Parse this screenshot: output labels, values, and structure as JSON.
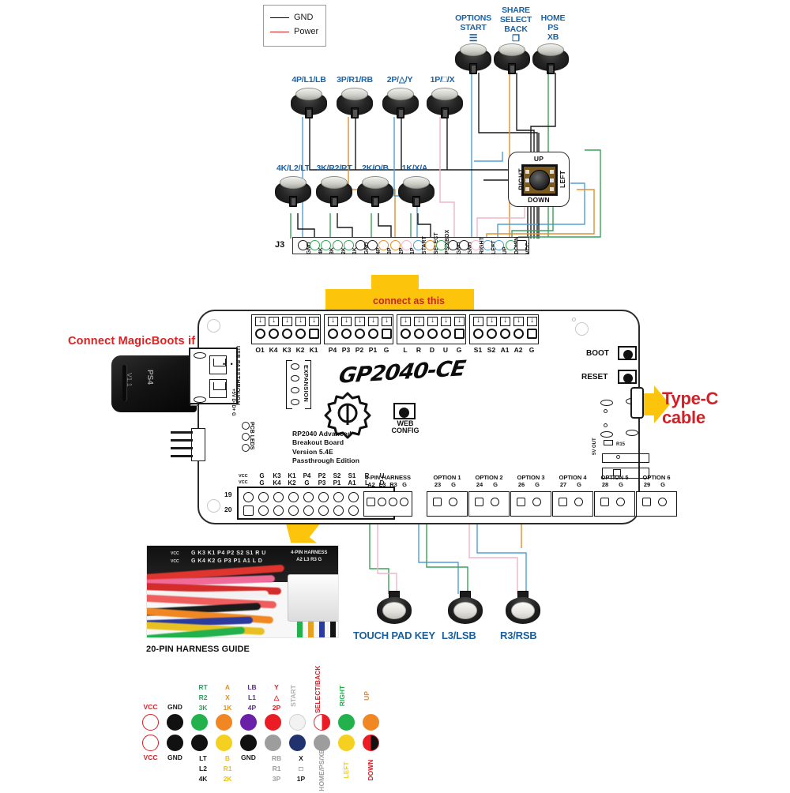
{
  "legend": {
    "items": [
      {
        "label": "GND",
        "color": "#000000"
      },
      {
        "label": "Power",
        "color": "#d32020"
      }
    ]
  },
  "top_buttons": {
    "punch_row": [
      {
        "label": "4P/L1/LB"
      },
      {
        "label": "3P/R1/RB"
      },
      {
        "label": "2P/△/Y"
      },
      {
        "label": "1P/□/X"
      }
    ],
    "kick_row": [
      {
        "label": "4K/L2/LT"
      },
      {
        "label": "3K/R2/RT"
      },
      {
        "label": "2K/O/B"
      },
      {
        "label": "1K/X/A"
      }
    ],
    "system_row": [
      {
        "line1": "OPTIONS",
        "line2": "START",
        "line3": "",
        "glyph": "☰"
      },
      {
        "line1": "SHARE",
        "line2": "SELECT",
        "line3": "BACK",
        "glyph": "❐"
      },
      {
        "line1": "HOME",
        "line2": "PS",
        "line3": "XB",
        "glyph": ""
      }
    ]
  },
  "joystick": {
    "up": "UP",
    "down": "DOWN",
    "left": "LEFT",
    "right": "RIGHT"
  },
  "j3": {
    "name": "J3",
    "pins": [
      {
        "label": "GND",
        "wire": "#1a1a1a"
      },
      {
        "label": "4K",
        "wire": "#3aa35a"
      },
      {
        "label": "3K",
        "wire": "#3aa35a"
      },
      {
        "label": "2K",
        "wire": "#3aa35a"
      },
      {
        "label": "1K",
        "wire": "#3aa35a"
      },
      {
        "label": "GND",
        "wire": "#1a1a1a"
      },
      {
        "label": "4P",
        "wire": "#1a1a1a"
      },
      {
        "label": "3P",
        "wire": "#e09030"
      },
      {
        "label": "2P",
        "wire": "#e09030"
      },
      {
        "label": "1P",
        "wire": "#efb6c8"
      },
      {
        "label": "START",
        "wire": "#4f9fd8"
      },
      {
        "label": "SELECT",
        "wire": "#e09030"
      },
      {
        "label": "PS/XBOX",
        "wire": "#3aa35a"
      },
      {
        "label": "GND",
        "wire": "#1a1a1a"
      },
      {
        "label": "GND",
        "wire": "#1a1a1a"
      },
      {
        "label": "RIGHT",
        "wire": "#efb6c8"
      },
      {
        "label": "LEFT",
        "wire": "#4f9fd8"
      },
      {
        "label": "UP",
        "wire": "#4f9fd8"
      },
      {
        "label": "DOWN",
        "wire": "#3aa35a"
      },
      {
        "label": "VCC",
        "wire": "#1a1a1a"
      }
    ]
  },
  "connect_note": "connect as this",
  "magicboots_note": "Connect MagicBoots if have",
  "typec_note_line1": "Type-C",
  "typec_note_line2": "cable",
  "dongle": {
    "brand": "PS4",
    "version": "V1.1"
  },
  "board": {
    "brand": "GP2040-CE",
    "info_lines": [
      "RP2040 Advanced",
      "Breakout Board",
      "Version 5.4E",
      "Passthrough Edition"
    ],
    "expansion_label": "EXPANSION",
    "usb_label": "USB PASSTHROUGH",
    "usb_pins": "+5V  D-  D+  G",
    "pcb_leds_label": "PCB LEDS",
    "web_config_line1": "WEB",
    "web_config_line2": "CONFIG",
    "boot_label": "BOOT",
    "reset_label": "RESET",
    "r15_label": "R15",
    "out5v_label": "5V OUT",
    "top_terminals": [
      {
        "labels": [
          "O1",
          "K4",
          "K3",
          "K2",
          "K1"
        ]
      },
      {
        "labels": [
          "P4",
          "P3",
          "P2",
          "P1",
          "G"
        ]
      },
      {
        "labels": [
          "L",
          "R",
          "D",
          "U",
          "G"
        ]
      },
      {
        "labels": [
          "S1",
          "S2",
          "A1",
          "A2",
          "G"
        ]
      }
    ],
    "connector20": {
      "left_num_top": "19",
      "left_num_bottom": "20",
      "right_num_top": "1",
      "right_num_bottom": "2",
      "vcc_tag": "VCC",
      "row_top": [
        "G",
        "K3",
        "K1",
        "P4",
        "P2",
        "S2",
        "S1",
        "R",
        "U"
      ],
      "row_bottom": [
        "G",
        "K4",
        "K2",
        "G",
        "P3",
        "P1",
        "A1",
        "L",
        "D"
      ]
    },
    "harness4": {
      "title": "4-PIN HARNESS",
      "labels": [
        "A2",
        "L3",
        "R3",
        "G"
      ]
    },
    "options": [
      {
        "title": "OPTION 1",
        "pin": "23",
        "gnd": "G"
      },
      {
        "title": "OPTION 2",
        "pin": "24",
        "gnd": "G"
      },
      {
        "title": "OPTION 3",
        "pin": "26",
        "gnd": "G"
      },
      {
        "title": "OPTION 4",
        "pin": "27",
        "gnd": "G"
      },
      {
        "title": "OPTION 5",
        "pin": "28",
        "gnd": "G"
      },
      {
        "title": "OPTION 6",
        "pin": "29",
        "gnd": "G"
      }
    ]
  },
  "harness_guide": {
    "caption": "20-PIN HARNESS GUIDE",
    "silk_top": "G  K3 K1 P4 P2 S2 S1  R  U",
    "silk_bottom": "G  K4 K2  G  P3 P1 A1  L  D",
    "silk_vcc": "VCC",
    "silk4_title": "4-PIN HARNESS",
    "silk4_labels": "A2 L3 R3  G"
  },
  "bottom_buttons": [
    {
      "label": "TOUCH PAD KEY"
    },
    {
      "label": "L3/LSB"
    },
    {
      "label": "R3/RSB"
    }
  ],
  "color_legend": {
    "columns": [
      {
        "top_stack": [],
        "top_name": "VCC",
        "top_name_color": "#d41f26",
        "top_dot": {
          "fill": "#ffffff",
          "stroke": "#d41f26",
          "half": ""
        },
        "bottom_dot": {
          "fill": "#ffffff",
          "stroke": "#d41f26",
          "half": ""
        },
        "bottom_name": "VCC",
        "bottom_name_color": "#d41f26",
        "bottom_stack": []
      },
      {
        "top_stack": [],
        "top_name": "GND",
        "top_name_color": "#1a1a1a",
        "top_dot": {
          "fill": "#111111",
          "stroke": "#111111",
          "half": ""
        },
        "bottom_dot": {
          "fill": "#111111",
          "stroke": "#111111",
          "half": ""
        },
        "bottom_name": "GND",
        "bottom_name_color": "#1a1a1a",
        "bottom_stack": []
      },
      {
        "top_stack": [
          {
            "t": "RT",
            "c": "#2f9e5e"
          },
          {
            "t": "R2",
            "c": "#2f9e5e"
          },
          {
            "t": "3K",
            "c": "#2f9e5e"
          }
        ],
        "top_name": "",
        "top_name_color": "",
        "top_dot": {
          "fill": "#22b14c",
          "stroke": "#22b14c",
          "half": ""
        },
        "bottom_dot": {
          "fill": "#111111",
          "stroke": "#111111",
          "half": ""
        },
        "bottom_name": "",
        "bottom_name_color": "",
        "bottom_stack": [
          {
            "t": "LT",
            "c": "#1a1a1a"
          },
          {
            "t": "L2",
            "c": "#1a1a1a"
          },
          {
            "t": "4K",
            "c": "#1a1a1a"
          }
        ]
      },
      {
        "top_stack": [
          {
            "t": "A",
            "c": "#e2901f"
          },
          {
            "t": "X",
            "c": "#e2901f"
          },
          {
            "t": "1K",
            "c": "#e2901f"
          }
        ],
        "top_name": "",
        "top_name_color": "",
        "top_dot": {
          "fill": "#f08722",
          "stroke": "#f08722",
          "half": ""
        },
        "bottom_dot": {
          "fill": "#f5d020",
          "stroke": "#f5d020",
          "half": ""
        },
        "bottom_name": "",
        "bottom_name_color": "",
        "bottom_stack": [
          {
            "t": "B",
            "c": "#e8c021"
          },
          {
            "t": "R1",
            "c": "#e8c021"
          },
          {
            "t": "2K",
            "c": "#e8c021"
          }
        ]
      },
      {
        "top_stack": [
          {
            "t": "LB",
            "c": "#5b2d90"
          },
          {
            "t": "L1",
            "c": "#5b2d90"
          },
          {
            "t": "4P",
            "c": "#5b2d90"
          }
        ],
        "top_name": "",
        "top_name_color": "",
        "top_dot": {
          "fill": "#6a21a8",
          "stroke": "#6a21a8",
          "half": ""
        },
        "bottom_dot": {
          "fill": "#111111",
          "stroke": "#111111",
          "half": ""
        },
        "bottom_name": "GND",
        "bottom_name_color": "#1a1a1a",
        "bottom_stack": []
      },
      {
        "top_stack": [
          {
            "t": "Y",
            "c": "#d41f26"
          },
          {
            "t": "△",
            "c": "#d41f26"
          },
          {
            "t": "2P",
            "c": "#d41f26"
          }
        ],
        "top_name": "",
        "top_name_color": "",
        "top_dot": {
          "fill": "#ec1c24",
          "stroke": "#ec1c24",
          "half": ""
        },
        "bottom_dot": {
          "fill": "#9d9d9d",
          "stroke": "#9d9d9d",
          "half": ""
        },
        "bottom_name": "",
        "bottom_name_color": "",
        "bottom_stack": [
          {
            "t": "RB",
            "c": "#9d9d9d"
          },
          {
            "t": "R1",
            "c": "#9d9d9d"
          },
          {
            "t": "3P",
            "c": "#9d9d9d"
          }
        ]
      },
      {
        "top_stack": [],
        "top_name": "START",
        "top_name_color": "#b3b3b3",
        "top_rotated": true,
        "top_dot": {
          "fill": "#f2f2f2",
          "stroke": "#d0d0d0",
          "half": ""
        },
        "bottom_dot": {
          "fill": "#21336e",
          "stroke": "#21336e",
          "half": ""
        },
        "bottom_name": "",
        "bottom_name_color": "",
        "bottom_stack": [
          {
            "t": "X",
            "c": "#1a1a1a"
          },
          {
            "t": "□",
            "c": "#1a1a1a"
          },
          {
            "t": "1P",
            "c": "#1a1a1a"
          }
        ]
      },
      {
        "top_stack": [],
        "top_name": "SELECT/BACK",
        "top_name_color": "#d41f26",
        "top_rotated": true,
        "top_dot": {
          "fill": "#ec1c24",
          "stroke": "#ec1c24",
          "half": "#ffffff"
        },
        "bottom_dot": {
          "fill": "#9d9d9d",
          "stroke": "#9d9d9d",
          "half": ""
        },
        "bottom_name": "HOME/PS/XB",
        "bottom_name_color": "#9d9d9d",
        "bottom_rotated": true,
        "bottom_stack": []
      },
      {
        "top_stack": [],
        "top_name": "RIGHT",
        "top_name_color": "#22b14c",
        "top_rotated": true,
        "top_dot": {
          "fill": "#22b14c",
          "stroke": "#22b14c",
          "half": ""
        },
        "bottom_dot": {
          "fill": "#f5d020",
          "stroke": "#f5d020",
          "half": ""
        },
        "bottom_name": "LEFT",
        "bottom_name_color": "#f5d020",
        "bottom_rotated": true,
        "bottom_stack": []
      },
      {
        "top_stack": [],
        "top_name": "UP",
        "top_name_color": "#f08722",
        "top_rotated": true,
        "top_dot": {
          "fill": "#f08722",
          "stroke": "#f08722",
          "half": ""
        },
        "bottom_dot": {
          "fill": "#ec1c24",
          "stroke": "#ec1c24",
          "half": "#111111"
        },
        "bottom_name": "DOWN",
        "bottom_name_color": "#d41f26",
        "bottom_rotated": true,
        "bottom_stack": []
      }
    ]
  }
}
